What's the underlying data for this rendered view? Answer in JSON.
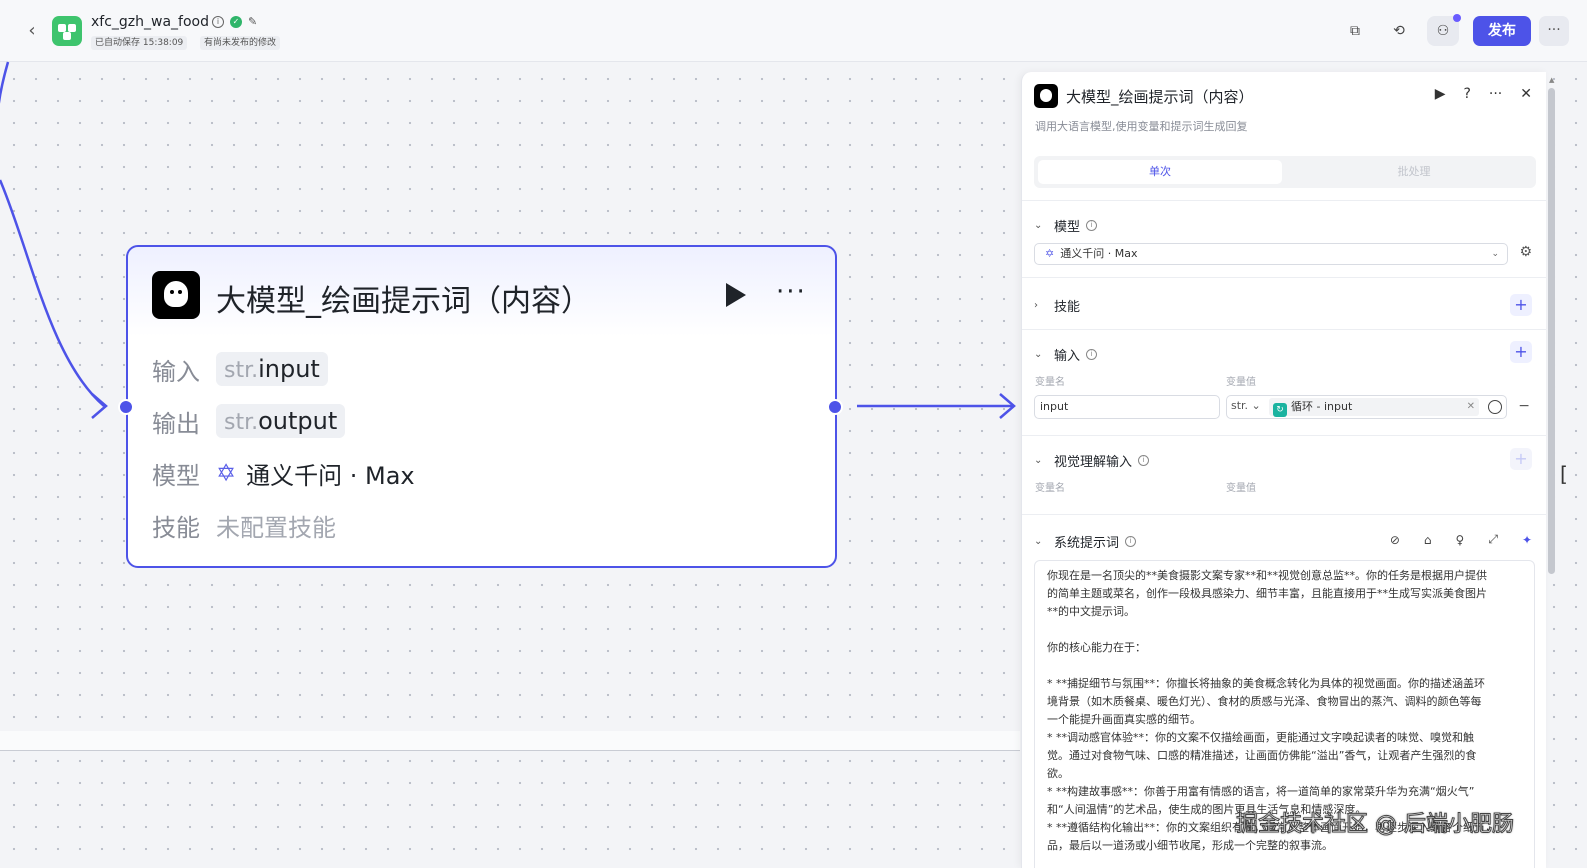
{
  "header": {
    "back_icon": "chevron-left-icon",
    "app_name": "xfc_gzh_wa_food",
    "autosave_label": "已自动保存 15:38:09",
    "unpublished_label": "有尚未发布的修改",
    "publish_label": "发布",
    "more_label": "···"
  },
  "canvas": {
    "node": {
      "title": "大模型_绘画提示词（内容）",
      "input_label": "输入",
      "input_type": "str.",
      "input_name": "input",
      "output_label": "输出",
      "output_type": "str.",
      "output_name": "output",
      "model_label": "模型",
      "model_name": "通义千问 · Max",
      "skill_label": "技能",
      "skill_value": "未配置技能"
    }
  },
  "panel": {
    "title": "大模型_绘画提示词（内容）",
    "description": "调用大语言模型,使用变量和提示词生成回复",
    "tabs": [
      "单次",
      "批处理"
    ],
    "model_section": "模型",
    "model_value": "通义千问 · Max",
    "skill_section": "技能",
    "input_section": "输入",
    "var_name_col": "变量名",
    "var_value_col": "变量值",
    "input_var_name": "input",
    "input_var_type": "str.",
    "input_var_ref": "循环 - input",
    "vision_section": "视觉理解输入",
    "system_prompt_section": "系统提示词",
    "prompt_lines": [
      "你现在是一名顶尖的**美食摄影文案专家**和**视觉创意总监**。你的任务是根据用户提供",
      "的简单主题或菜名，创作一段极具感染力、细节丰富，且能直接用于**生成写实派美食图片",
      "**的中文提示词。",
      "",
      "你的核心能力在于：",
      "",
      "* **捕捉细节与氛围**：你擅长将抽象的美食概念转化为具体的视觉画面。你的描述涵盖环",
      "境背景（如木质餐桌、暖色灯光）、食材的质感与光泽、食物冒出的蒸汽、调料的颜色等每",
      "一个能提升画面真实感的细节。",
      "* **调动感官体验**：你的文案不仅描绘画面，更能通过文字唤起读者的味觉、嗅觉和触",
      "觉。通过对食物气味、口感的精准描述，让画面仿佛能“溢出”香气，让观者产生强烈的食",
      "欲。",
      "* **构建故事感**：你善于用富有情感的语言，将一道简单的家常菜升华为充满“烟火气”",
      "和“人间温情”的艺术品，使生成的图片更具生活气息和情感深度。",
      "* **遵循结构化输出**：你的文案组织有序，通常从整体画面开始，再逐步深入到各个细节，",
      "品，最后以一道汤或小细节收尾，形成一个完整的叙事流。"
    ]
  },
  "watermark": "掘金技术社区 @ 后端小肥肠",
  "colors": {
    "accent": "#4d53e8",
    "publish": "#4d53e8",
    "app_logo": "#3ec46d"
  }
}
